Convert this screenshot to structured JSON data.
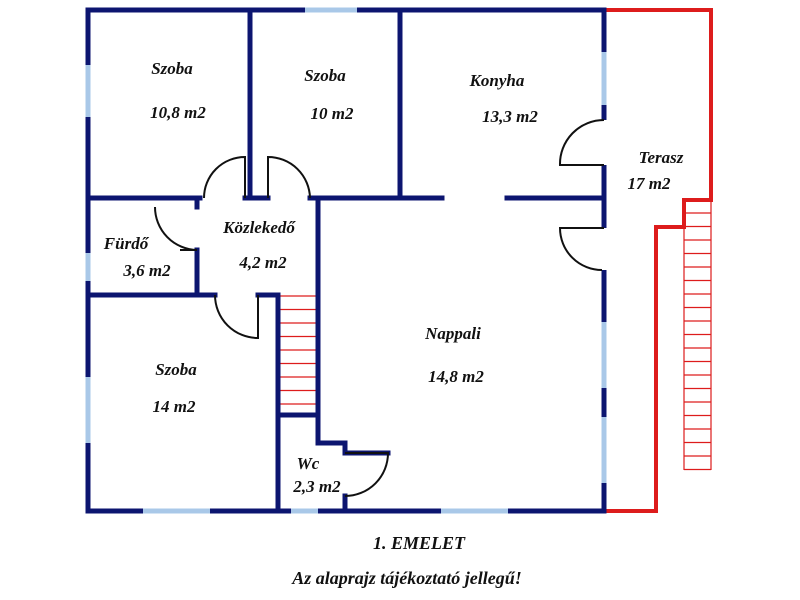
{
  "rooms": {
    "szoba1": {
      "name": "Szoba",
      "area": "10,8 m2"
    },
    "szoba2": {
      "name": "Szoba",
      "area": "10 m2"
    },
    "konyha": {
      "name": "Konyha",
      "area": "13,3 m2"
    },
    "terasz": {
      "name": "Terasz",
      "area": "17 m2"
    },
    "kozlekedo": {
      "name": "Közlekedő",
      "area": "4,2 m2"
    },
    "furdo": {
      "name": "Fürdő",
      "area": "3,6 m2"
    },
    "szoba3": {
      "name": "Szoba",
      "area": "14 m2"
    },
    "nappali": {
      "name": "Nappali",
      "area": "14,8 m2"
    },
    "wc": {
      "name": "Wc",
      "area": "2,3 m2"
    }
  },
  "caption": {
    "floor": "1. EMELET",
    "note": "Az alaprajz tájékoztató jellegű!"
  },
  "colors": {
    "wall": "#0c1570",
    "window": "#a9c8e8",
    "terrace": "#dd1c1c"
  }
}
